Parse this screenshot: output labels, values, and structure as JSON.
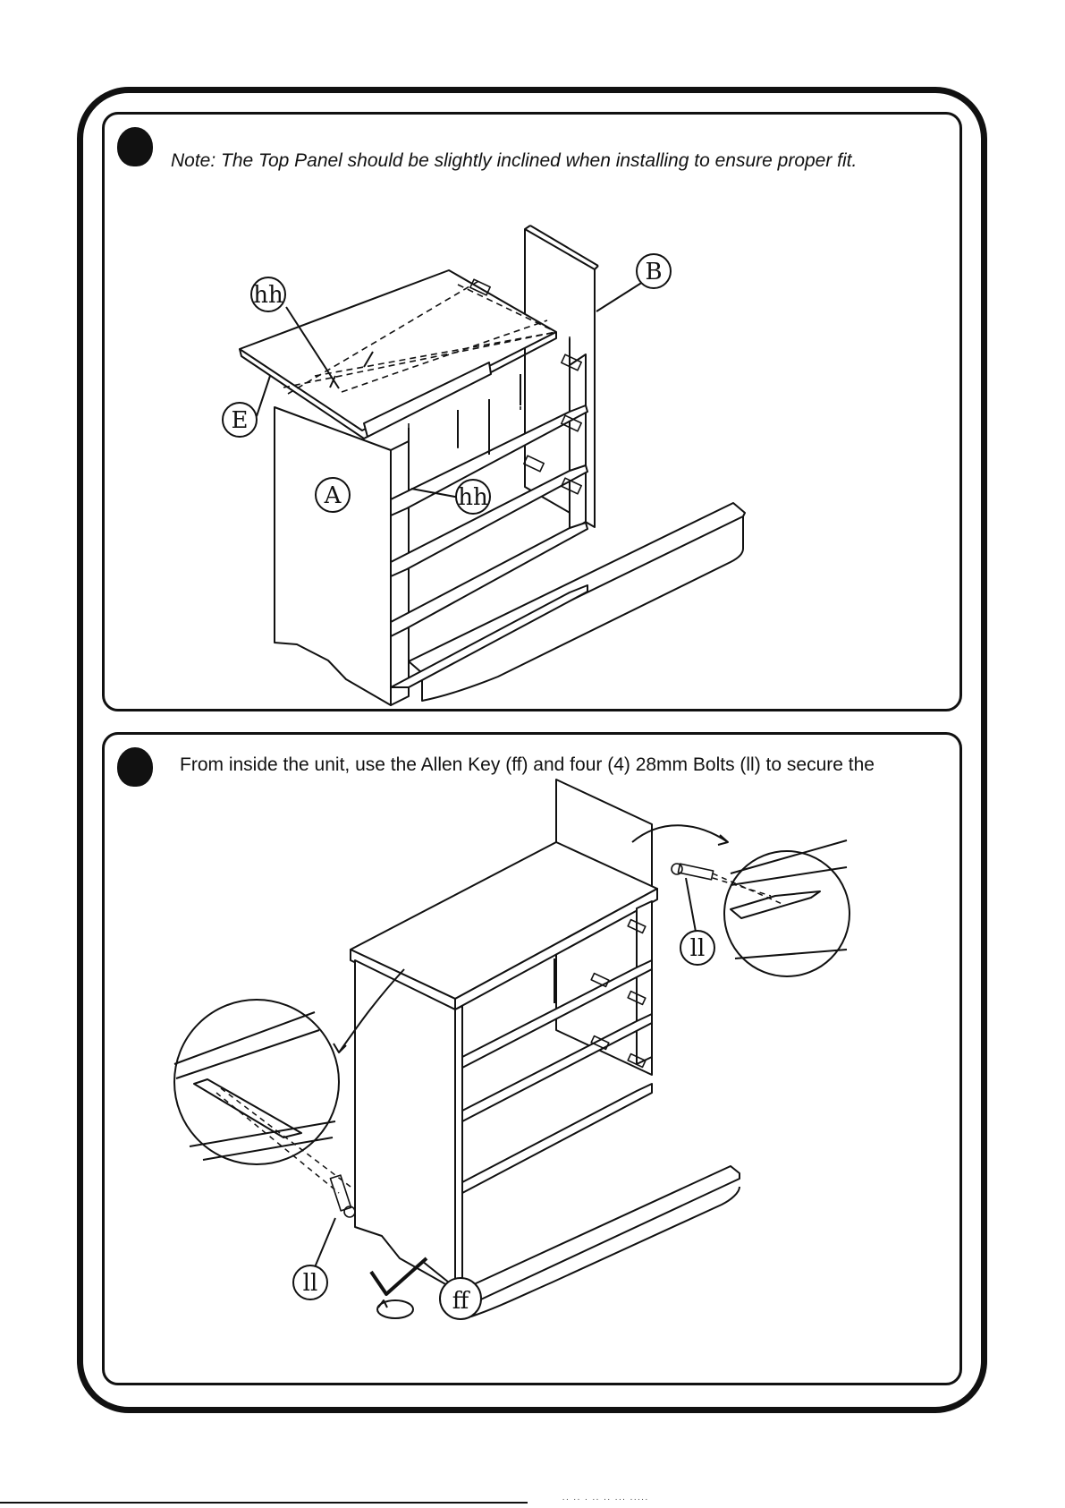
{
  "steps": [
    {
      "note": "Note: The Top Panel should be slightly inclined when installing to ensure proper fit.",
      "callouts": [
        "hh",
        "B",
        "E",
        "A",
        "hh"
      ]
    },
    {
      "note": "From inside the unit, use the Allen Key (ff) and four (4) 28mm Bolts (ll) to secure the",
      "callouts": [
        "ll",
        "ll",
        "ff"
      ]
    }
  ],
  "footer": {
    "code": "·· ·· · ·· ·· ··· ·····"
  },
  "colors": {
    "ink": "#111111",
    "paper": "#ffffff"
  }
}
